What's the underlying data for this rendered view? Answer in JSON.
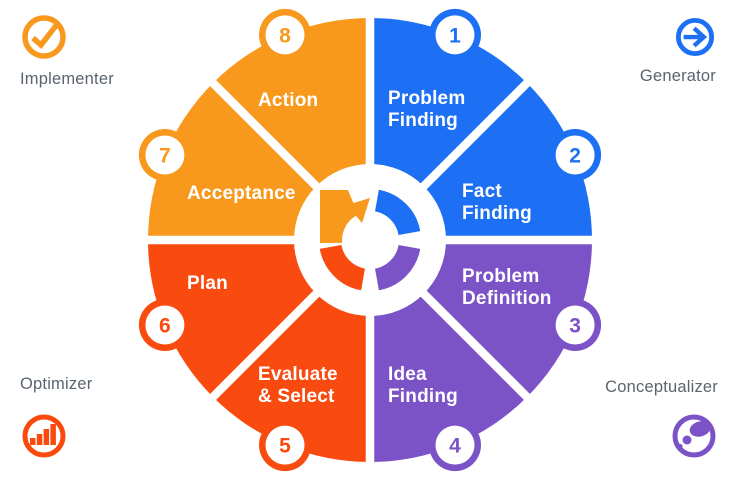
{
  "colors": {
    "blue": "#1D70F3",
    "purple": "#7C52C7",
    "red": "#F94B10",
    "orange": "#F8991D",
    "label_gray": "#5A646E",
    "white": "#FFFFFF"
  },
  "wheel": {
    "segments": [
      {
        "number": "1",
        "label": "Problem Finding",
        "lines": [
          "Problem",
          "Finding"
        ],
        "color": "blue"
      },
      {
        "number": "2",
        "label": "Fact Finding",
        "lines": [
          "Fact",
          "Finding"
        ],
        "color": "blue"
      },
      {
        "number": "3",
        "label": "Problem Definition",
        "lines": [
          "Problem",
          "Definition"
        ],
        "color": "purple"
      },
      {
        "number": "4",
        "label": "Idea Finding",
        "lines": [
          "Idea",
          "Finding"
        ],
        "color": "purple"
      },
      {
        "number": "5",
        "label": "Evaluate & Select",
        "lines": [
          "Evaluate",
          "& Select"
        ],
        "color": "red"
      },
      {
        "number": "6",
        "label": "Plan",
        "lines": [
          "Plan"
        ],
        "color": "red"
      },
      {
        "number": "7",
        "label": "Acceptance",
        "lines": [
          "Acceptance"
        ],
        "color": "orange"
      },
      {
        "number": "8",
        "label": "Action",
        "lines": [
          "Action"
        ],
        "color": "orange"
      }
    ]
  },
  "corners": {
    "implementer": {
      "label": "Implementer",
      "icon": "check-icon",
      "color": "orange"
    },
    "generator": {
      "label": "Generator",
      "icon": "arrow-right-icon",
      "color": "blue"
    },
    "optimizer": {
      "label": "Optimizer",
      "icon": "bar-chart-icon",
      "color": "red"
    },
    "conceptualizer": {
      "label": "Conceptualizer",
      "icon": "thought-bubble-icon",
      "color": "purple"
    }
  },
  "center_icon": "cycle-arrow-icon"
}
